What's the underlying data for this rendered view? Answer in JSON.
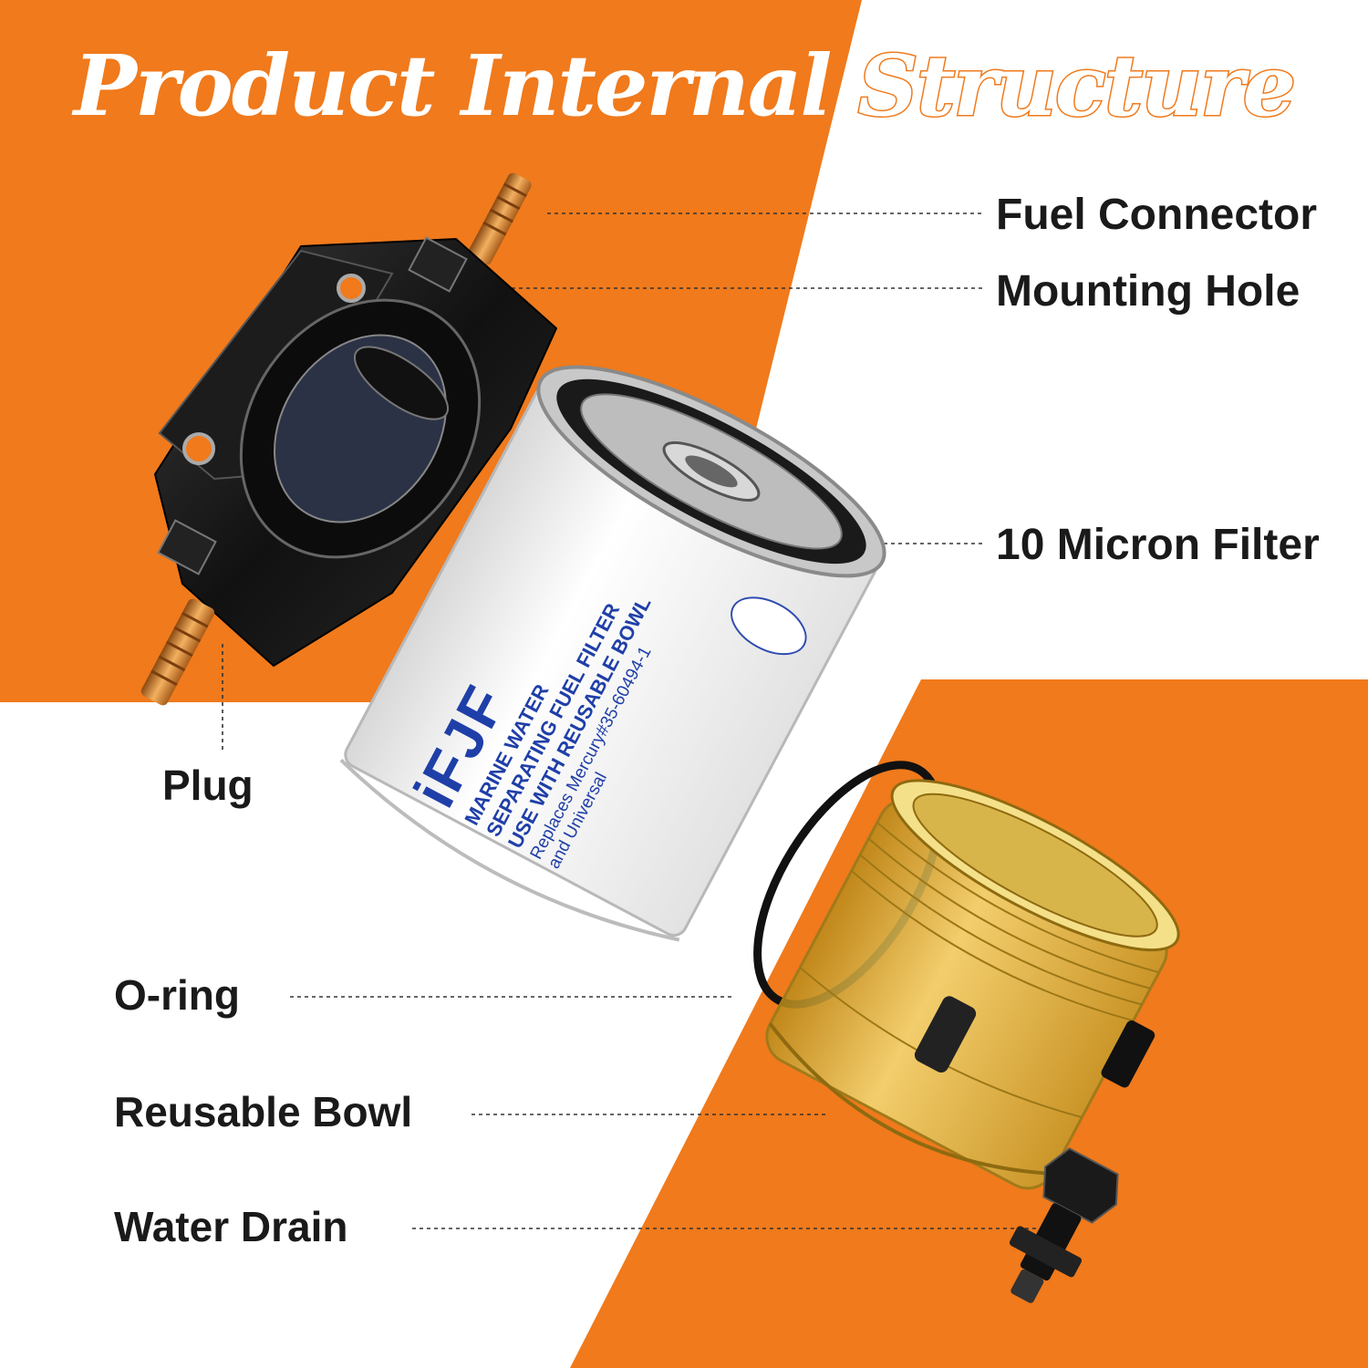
{
  "title": {
    "part1": "Product",
    "part2": "Internal",
    "part3": "Structure"
  },
  "labels": {
    "fuel_connector": "Fuel Connector",
    "mounting_hole": "Mounting Hole",
    "micron_filter": "10 Micron Filter",
    "plug": "Plug",
    "o_ring": "O-ring",
    "reusable_bowl": "Reusable Bowl",
    "water_drain": "Water Drain"
  },
  "filter_print": {
    "brand": "iFJF",
    "line1": "MARINE WATER",
    "line2": "SEPARATING FUEL FILTER",
    "line3": "USE WITH REUSABLE BOWL",
    "line4": "Replaces Mercury#35-60494-1",
    "line5": "and Universal"
  },
  "colors": {
    "accent_orange": "#f07a1c",
    "background": "#ffffff",
    "label_text": "#1a1a1a",
    "filter_print_blue": "#1f3fa8",
    "bowl_amber": "#e8c64a",
    "brass": "#d98a3a"
  }
}
